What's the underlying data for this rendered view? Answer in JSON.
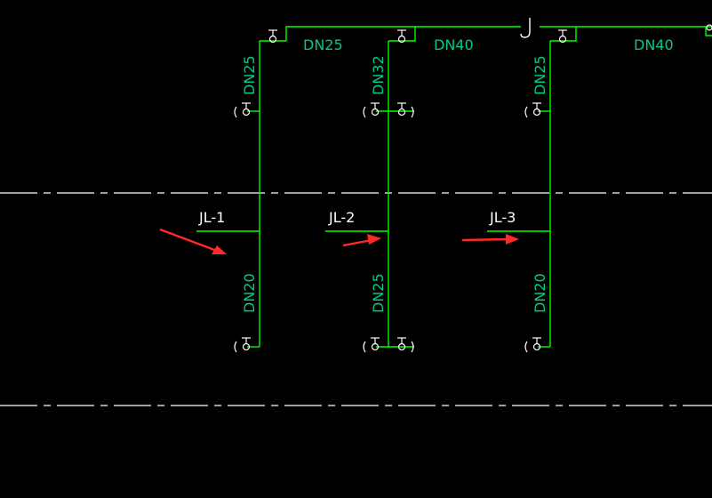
{
  "colors": {
    "background": "#000000",
    "pipe": "#00ff00",
    "pipe_label": "#00cc88",
    "riser_label": "#ffffff",
    "centerline": "#ffffff",
    "arrow": "#ff2a2a"
  },
  "top_main": {
    "label_1": "DN25",
    "label_2": "DN40",
    "label_3": "DN40",
    "joint_symbol": "J"
  },
  "risers": [
    {
      "id": "JL-1",
      "upper_size": "DN25",
      "lower_size": "DN20"
    },
    {
      "id": "JL-2",
      "upper_size": "DN32",
      "lower_size": "DN25"
    },
    {
      "id": "JL-3",
      "upper_size": "DN25",
      "lower_size": "DN20"
    }
  ],
  "icons": {
    "valve": "valve-icon",
    "tap": "tap-icon",
    "arrow": "red-arrow-icon",
    "joint": "pipe-joint-icon"
  }
}
